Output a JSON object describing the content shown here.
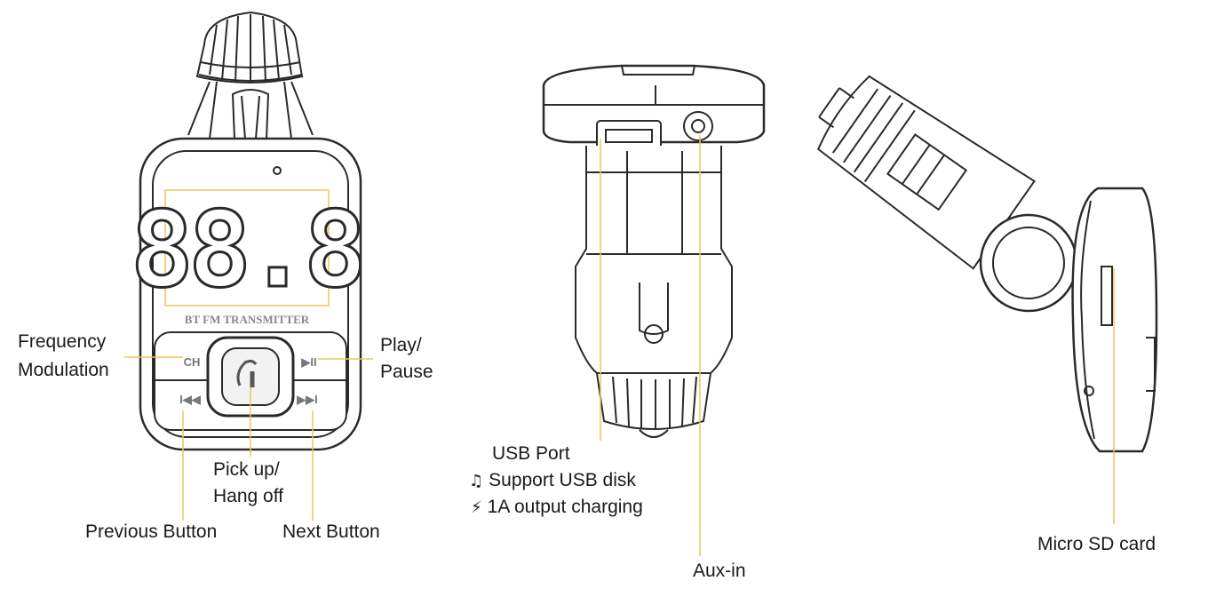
{
  "display": {
    "digits": "88.8",
    "brand": "BT FM TRANSMITTER",
    "ch_key": "CH",
    "play_key": "▶II",
    "prev_key": "I◀◀",
    "next_key": "▶▶I"
  },
  "labels": {
    "frequency_1": "Frequency",
    "frequency_2": "Modulation",
    "play_1": "Play/",
    "play_2": "Pause",
    "pickup_1": "Pick up/",
    "pickup_2": "Hang off",
    "previous": "Previous Button",
    "next": "Next Button",
    "usb_port": "USB Port",
    "usb_disk": "Support USB disk",
    "charging": "1A output charging",
    "aux": "Aux-in",
    "microsd": "Micro SD card"
  },
  "icons": {
    "usb_disk": "music-note-icon",
    "charging": "lightning-icon",
    "center_button": "phone-mic-icon"
  },
  "colors": {
    "line_art": "#2a2a2a",
    "callout": "#e8c95a",
    "text": "#1a1a1a"
  }
}
